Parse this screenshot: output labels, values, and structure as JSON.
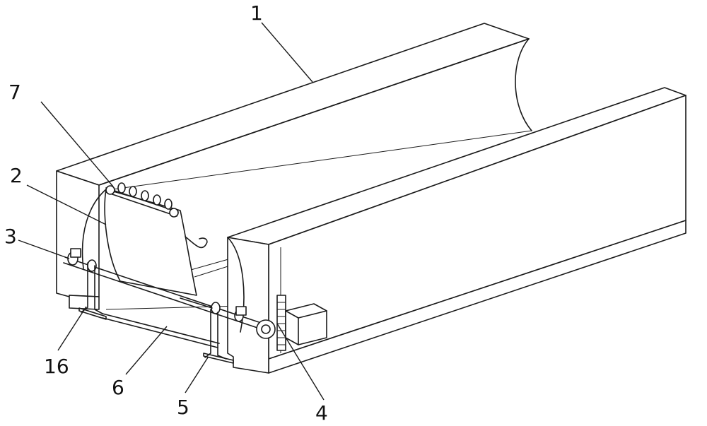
{
  "labels": {
    "l1": "1",
    "l2": "2",
    "l3": "3",
    "l4": "4",
    "l5": "5",
    "l6": "6",
    "l7": "7",
    "l16": "16"
  }
}
